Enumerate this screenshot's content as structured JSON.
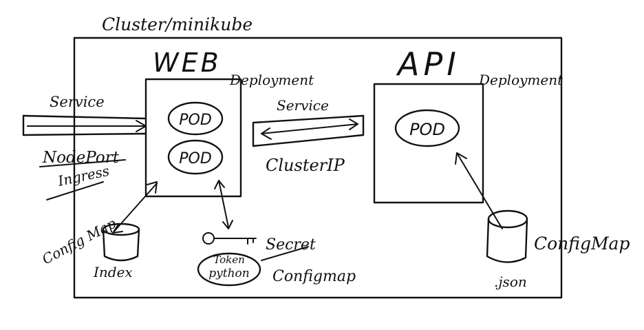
{
  "cluster": {
    "title": "Cluster/minikube"
  },
  "web": {
    "title": "WEB",
    "kind": "Deployment",
    "pods": [
      "POD",
      "POD"
    ]
  },
  "api": {
    "title": "API",
    "kind": "Deployment",
    "pods": [
      "POD"
    ]
  },
  "ingress_service": {
    "label": "Service",
    "types": [
      "NodePort",
      "Ingress"
    ]
  },
  "internal_service": {
    "label": "Service",
    "type": "ClusterIP"
  },
  "web_config": {
    "label": "Config Map",
    "content": "Index"
  },
  "secret": {
    "label": "Secret",
    "content_line1": "Token",
    "content_line2": "python",
    "configmap_label": "Configmap"
  },
  "api_config": {
    "label": "ConfigMap",
    "content": ".json"
  }
}
